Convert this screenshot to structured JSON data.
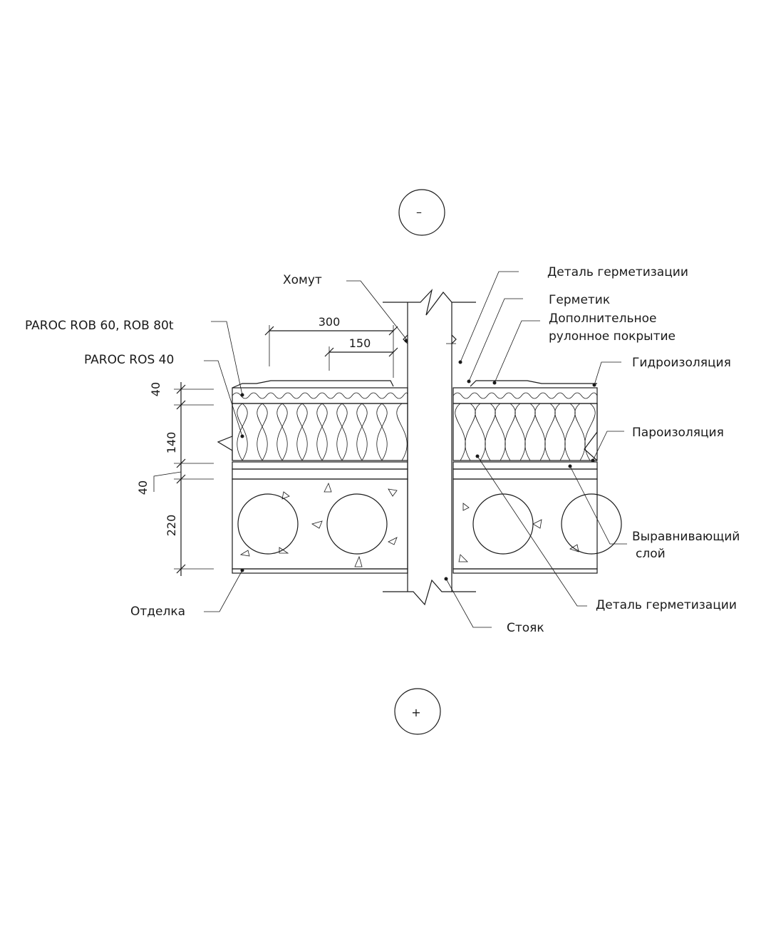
{
  "labels": {
    "top_marker": "–",
    "bottom_marker": "+",
    "clamp": "Хомут",
    "seal_detail_top": "Деталь герметизации",
    "sealant": "Герметик",
    "additional_line1": "Дополнительное",
    "additional_line2": "рулонное покрытие",
    "waterproofing": "Гидроизоляция",
    "vapor_barrier": "Пароизоляция",
    "leveling_line1": "Выравнивающий",
    "leveling_line2": "слой",
    "seal_detail_bottom": "Деталь герметизации",
    "riser": "Стояк",
    "finish": "Отделка",
    "paroc_rob": "PAROC ROB 60, ROB 80t",
    "paroc_ros": "PAROC ROS 40"
  },
  "dimensions": {
    "d300": "300",
    "d150": "150",
    "d40_top": "40",
    "d140": "140",
    "d40_low": "40",
    "d220": "220"
  }
}
